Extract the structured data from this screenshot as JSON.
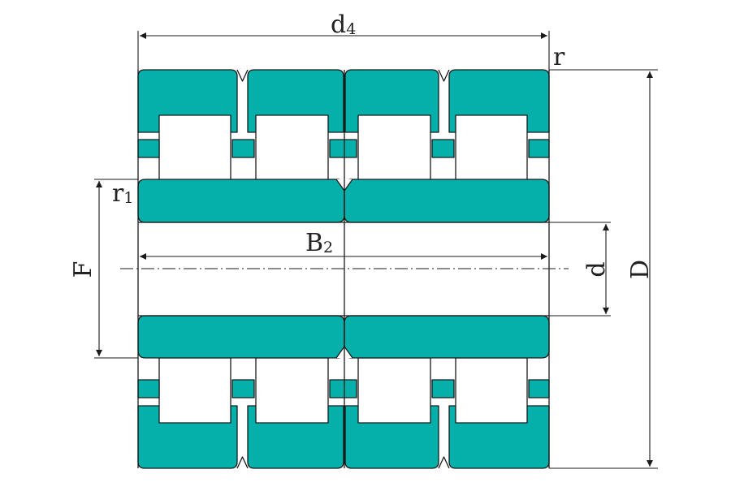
{
  "diagram": {
    "type": "four-row cylindrical roller bearing cross-section",
    "fill_color": "#05b0aa",
    "line_color": "#1a1a1a"
  },
  "labels": {
    "d4": {
      "main": "d",
      "sub": "4"
    },
    "r": {
      "main": "r"
    },
    "r1": {
      "main": "r",
      "sub": "1"
    },
    "B2": {
      "main": "B",
      "sub": "2"
    },
    "F": {
      "main": "F"
    },
    "d": {
      "main": "d"
    },
    "D": {
      "main": "D"
    }
  }
}
